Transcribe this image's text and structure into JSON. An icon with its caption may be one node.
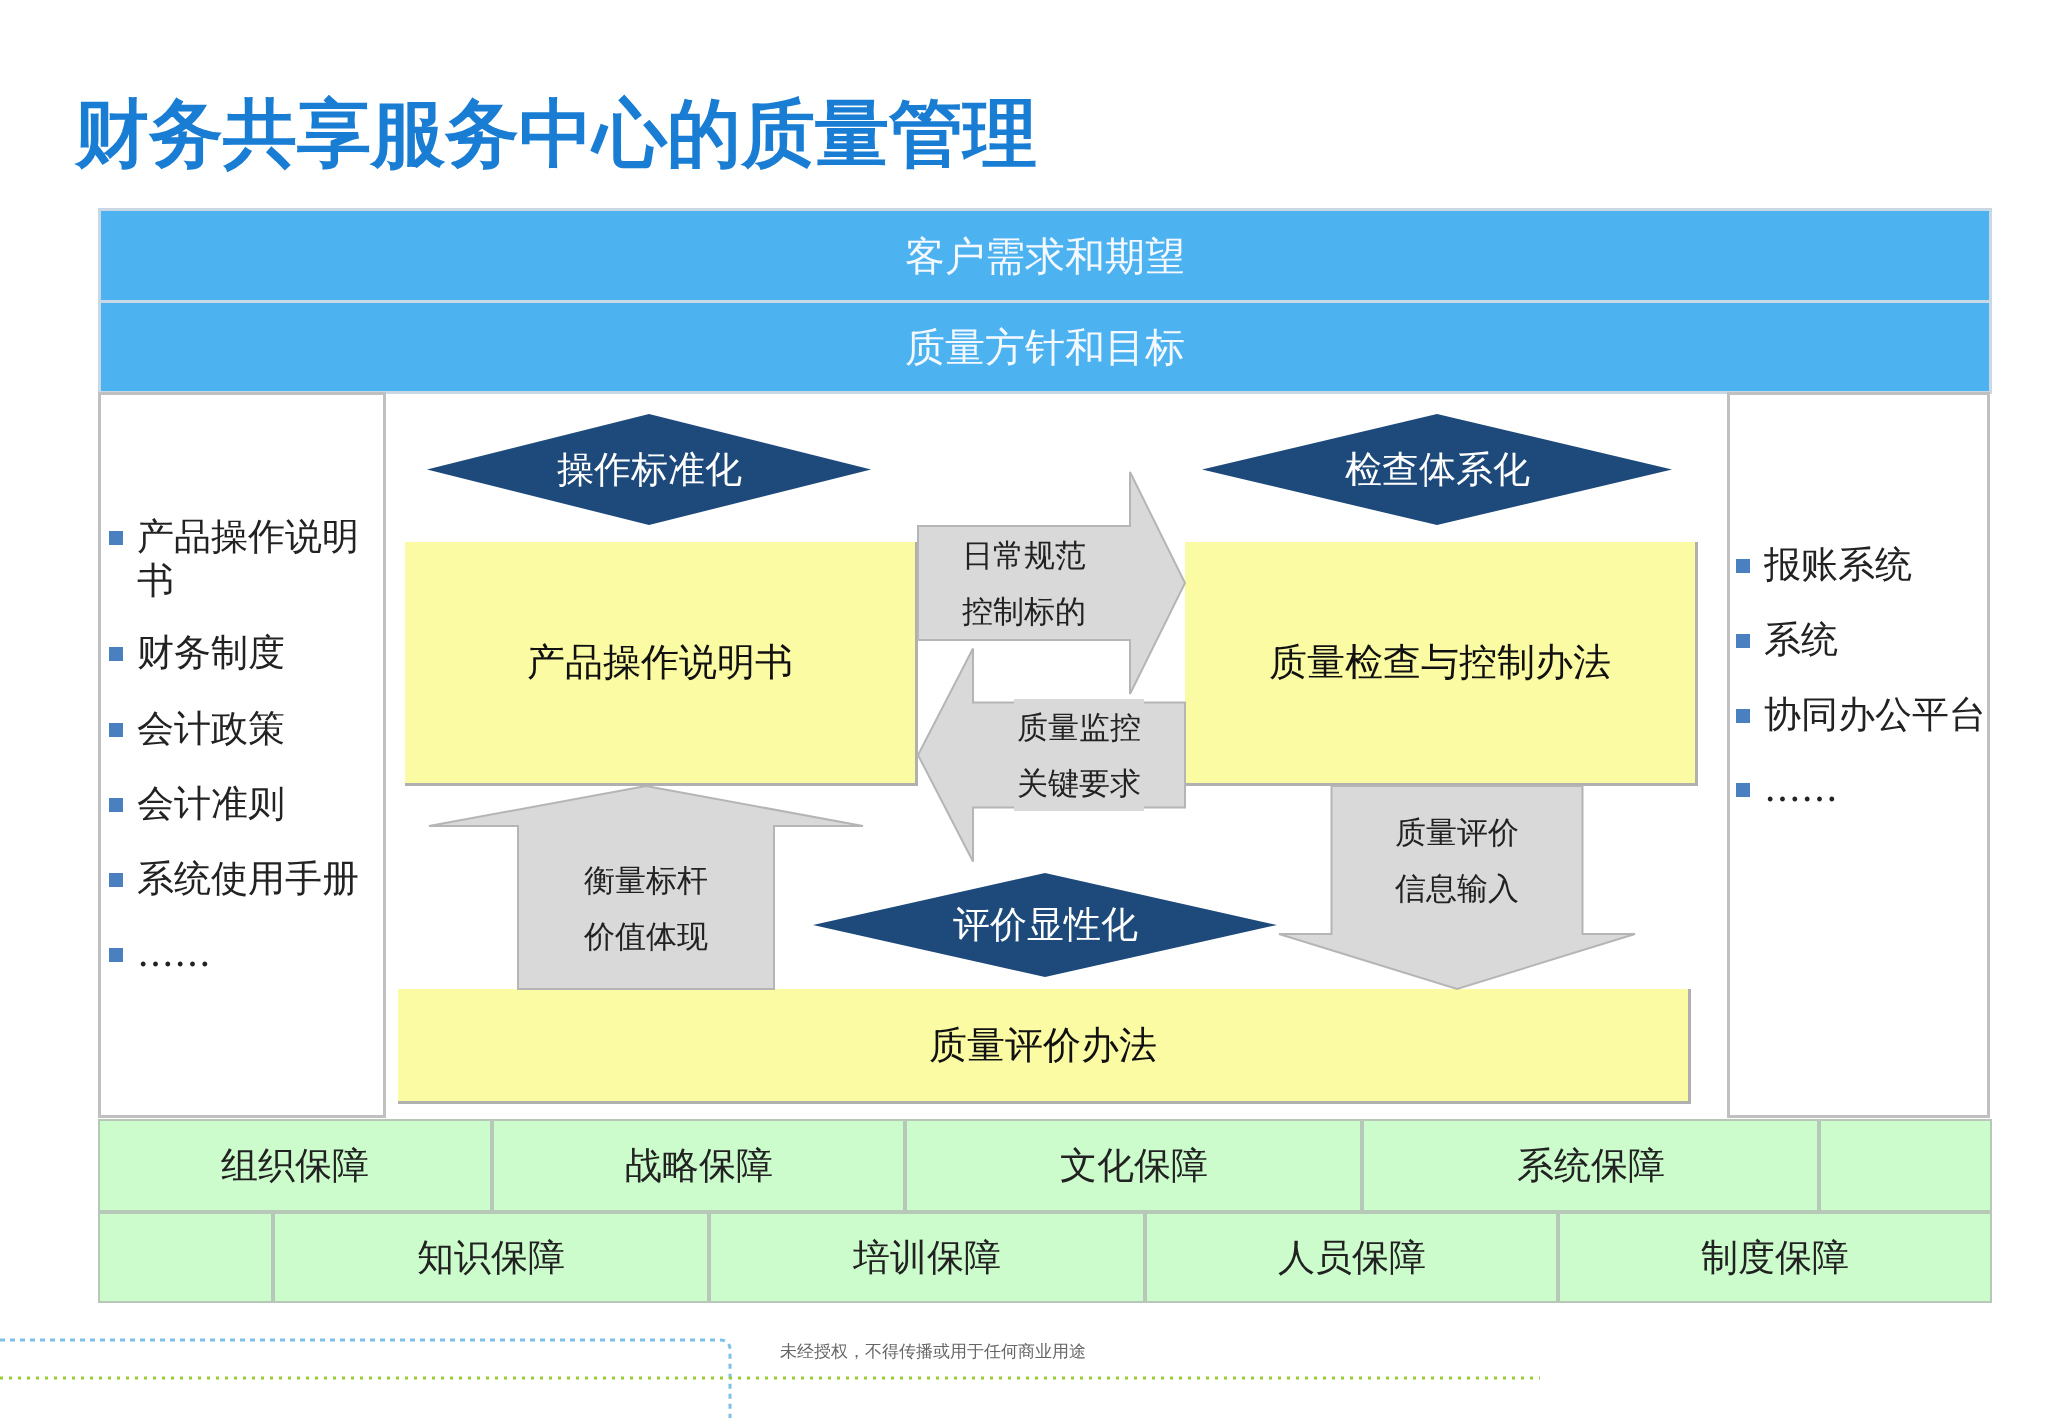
{
  "diagram": {
    "title": "财务共享服务中心的质量管理",
    "nodes": [
      {
        "text": [
          "客户需求和期望"
        ]
      },
      {
        "text": [
          "质量方针和目标"
        ]
      },
      {
        "text": [
          "产品操作说明书",
          "财务制度",
          "会计政策",
          "会计准则",
          "系统使用手册",
          "……"
        ]
      },
      {
        "text": [
          "操作标准化"
        ]
      },
      {
        "text": [
          "检查体系化"
        ]
      },
      {
        "text": [
          "产品操作说明书"
        ]
      },
      {
        "text": [
          "质量检查与控制办法"
        ]
      },
      {
        "text": [
          "评价显性化"
        ]
      },
      {
        "text": [
          "质量评价办法"
        ]
      },
      {
        "text": [
          "报账系统",
          "系统",
          "协同办公平台",
          "……"
        ]
      },
      {
        "text": [
          "组织保障"
        ]
      },
      {
        "text": [
          "战略保障"
        ]
      },
      {
        "text": [
          "文化保障"
        ]
      },
      {
        "text": [
          "系统保障"
        ]
      },
      {
        "text": [],
        "shape": "box"
      },
      {
        "text": [],
        "shape": "box"
      },
      {
        "text": [
          "知识保障"
        ]
      },
      {
        "text": [
          "培训保障"
        ]
      },
      {
        "text": [
          "人员保障"
        ]
      },
      {
        "text": [
          "制度保障"
        ]
      }
    ],
    "edges": [
      {
        "from": 5,
        "to": 6,
        "arrow": "to",
        "label": "日常规范控制标的"
      },
      {
        "from": 6,
        "to": 5,
        "arrow": "to",
        "label": "质量监控关键要求"
      },
      {
        "from": 8,
        "to": 5,
        "arrow": "to",
        "label": "衡量标杆价值体现"
      },
      {
        "from": 6,
        "to": 8,
        "arrow": "to",
        "label": "质量评价信息输入"
      }
    ],
    "labels": [
      "未经授权，不得传播或用于任何商业用途"
    ]
  }
}
